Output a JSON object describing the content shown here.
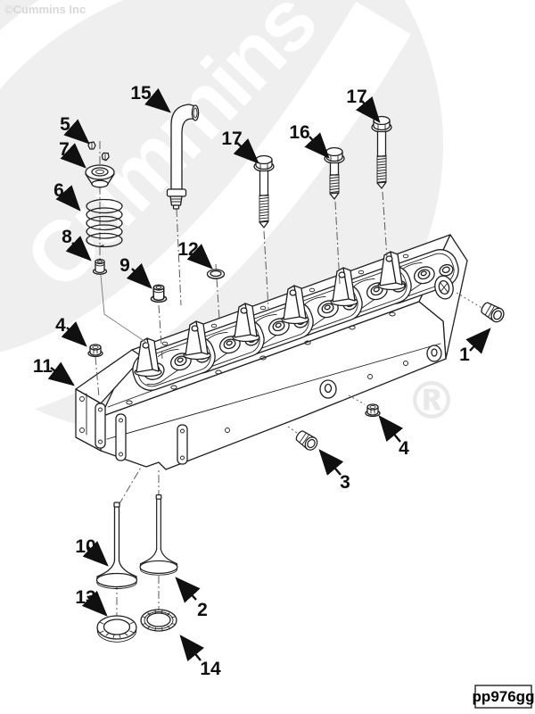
{
  "branding": {
    "copyright": "©Cummins Inc",
    "watermark_text": "Cummins",
    "registered_mark": "®"
  },
  "figure": {
    "code": "pp976gg"
  },
  "colors": {
    "line": "#1f1f1f",
    "label": "#101010",
    "watermark_bg": "#efefef",
    "watermark_text": "#ffffff"
  },
  "callouts": [
    {
      "text": "15"
    },
    {
      "text": "17"
    },
    {
      "text": "16"
    },
    {
      "text": "17"
    },
    {
      "text": "5"
    },
    {
      "text": "7"
    },
    {
      "text": "6"
    },
    {
      "text": "8"
    },
    {
      "text": "9"
    },
    {
      "text": "12"
    },
    {
      "text": "4"
    },
    {
      "text": "11"
    },
    {
      "text": "1"
    },
    {
      "text": "4"
    },
    {
      "text": "3"
    },
    {
      "text": "10"
    },
    {
      "text": "2"
    },
    {
      "text": "13"
    },
    {
      "text": "14"
    }
  ]
}
